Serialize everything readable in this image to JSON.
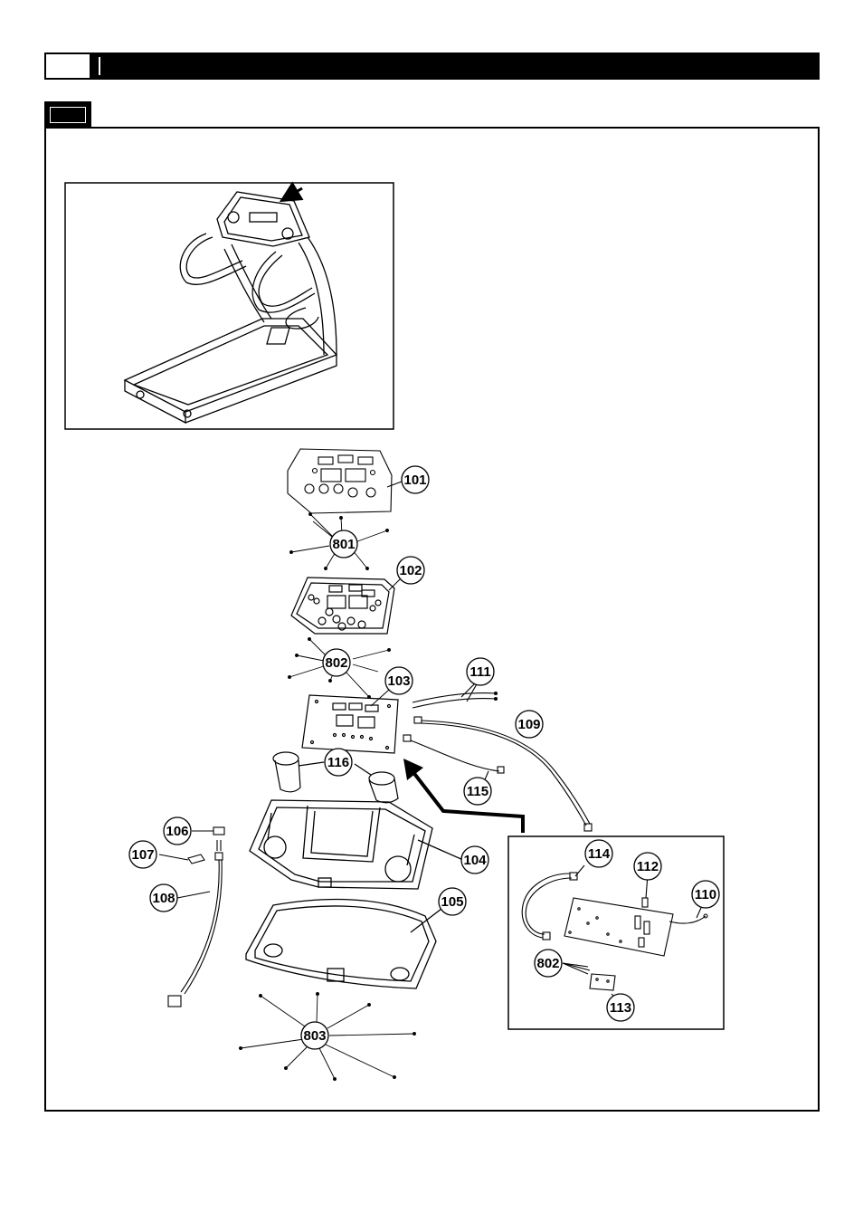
{
  "header": {
    "page_number": "",
    "title": ""
  },
  "section": {
    "label": ""
  },
  "callouts": {
    "c101": "101",
    "c102": "102",
    "c103": "103",
    "c104": "104",
    "c105": "105",
    "c106": "106",
    "c107": "107",
    "c108": "108",
    "c109": "109",
    "c110": "110",
    "c111": "111",
    "c112": "112",
    "c113": "113",
    "c114": "114",
    "c115": "115",
    "c116": "116",
    "c801": "801",
    "c802": "802",
    "c802b": "802",
    "c803": "803"
  }
}
